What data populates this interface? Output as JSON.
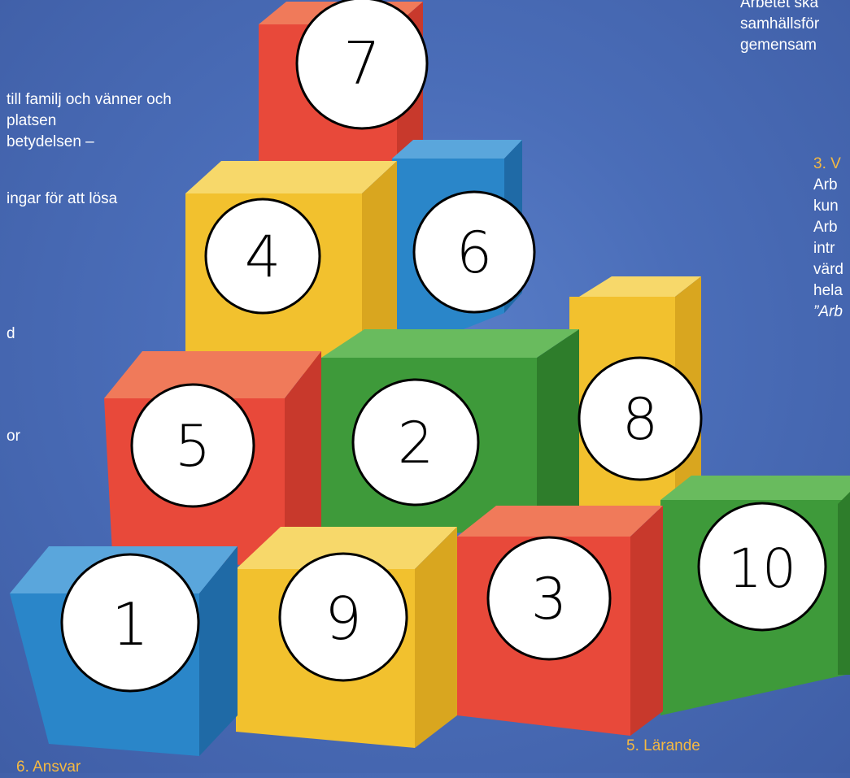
{
  "colors": {
    "background": "#4a6db8",
    "text": "#ffffff",
    "heading": "#f5b942",
    "red": "#e8493a",
    "yellow": "#f2c12e",
    "blue": "#2a86c9",
    "green": "#3e9a3a"
  },
  "left_text": {
    "line1": "till familj och vänner och",
    "line2": "platsen",
    "line3": "betydelsen –",
    "line4": "ingar för att lösa",
    "line5": "d",
    "line6": "or"
  },
  "right_text": {
    "top1": "Arbetet ska",
    "top2": "samhällsför",
    "top3": "gemensam",
    "heading3": "3. V",
    "line1": "Arb",
    "line2": "kun",
    "line3": "Arb",
    "line4": "intr",
    "line5": "värd",
    "line6": "hela",
    "line7": "”Arb"
  },
  "bottom_text": {
    "heading6": "6. Ansvar",
    "heading5": "5. Lärande"
  },
  "badges": [
    "7",
    "4",
    "6",
    "5",
    "2",
    "8",
    "1",
    "9",
    "3",
    "10"
  ]
}
